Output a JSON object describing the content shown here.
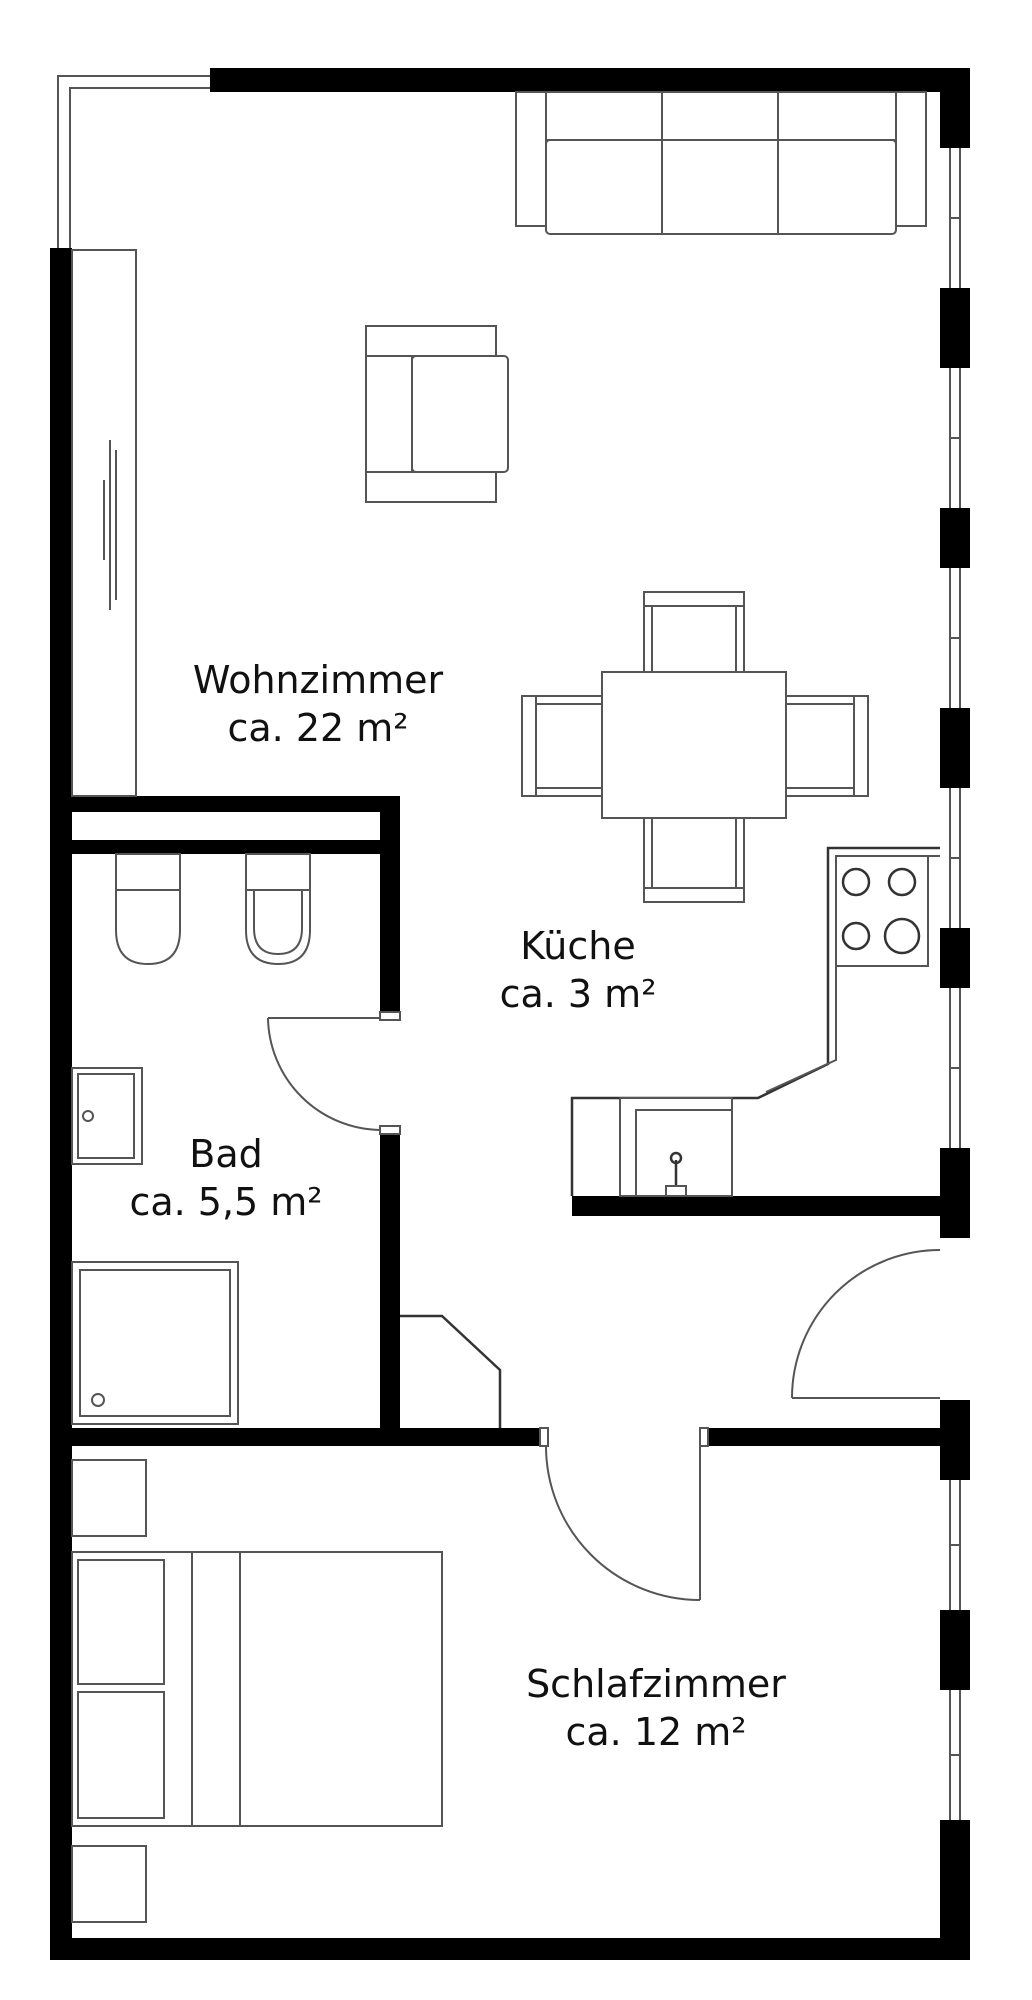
{
  "rooms": {
    "wohnzimmer": {
      "name": "Wohnzimmer",
      "area": "ca. 22 m²"
    },
    "kueche": {
      "name": "Küche",
      "area": "ca. 3 m²"
    },
    "bad": {
      "name": "Bad",
      "area": "ca. 5,5 m²"
    },
    "schlafzimmer": {
      "name": "Schlafzimmer",
      "area": "ca. 12 m²"
    }
  },
  "colors": {
    "wall": "#000000",
    "line": "#555555",
    "background": "#ffffff"
  }
}
